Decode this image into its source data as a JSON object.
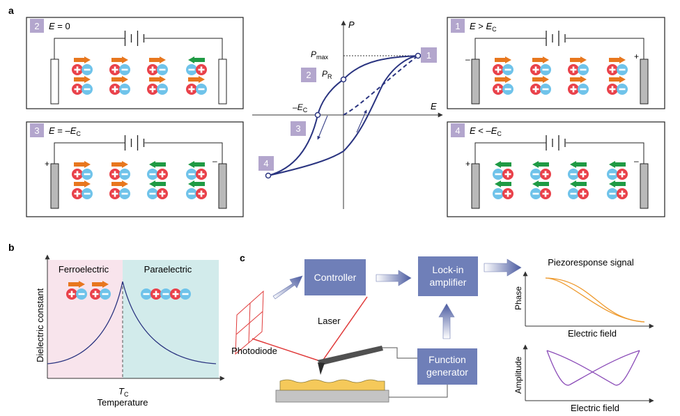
{
  "colors": {
    "navy": "#2a3480",
    "orange": "#e8771e",
    "green": "#1f9a44",
    "minus_ion": "#6fc3ea",
    "plus_ion": "#e9414a",
    "badge": "#b3a6cd",
    "box_fill": "#6f7fb8",
    "pink": "#f8e4ec",
    "teal": "#d2ebeb",
    "laser": "#e03a3a",
    "grey_plate": "#b9b9b9",
    "phase_curve": "#ee9a2e",
    "amp_curve": "#8b4cb8"
  },
  "panel_a": {
    "label": "a",
    "boxes": [
      {
        "badge": "2",
        "var": "E",
        "rel": " = 0",
        "sub": "",
        "neg": "",
        "left_sign": "",
        "right_sign": "",
        "plates": "white",
        "top_arrows": [
          "R",
          "R",
          "R",
          "L"
        ],
        "bot_arrows": [
          "R",
          "R",
          "R",
          "R"
        ]
      },
      {
        "badge": "3",
        "var": "E",
        "rel": " = –",
        "sub": "C",
        "neg": "E",
        "left_sign": "+",
        "right_sign": "–",
        "plates": "grey",
        "top_arrows": [
          "R",
          "R",
          "L",
          "L"
        ],
        "bot_arrows": [
          "R",
          "R",
          "L",
          "L"
        ]
      },
      {
        "badge": "1",
        "var": "E",
        "rel": " > ",
        "sub": "C",
        "neg": "E",
        "left_sign": "–",
        "right_sign": "+",
        "plates": "grey",
        "top_arrows": [
          "R",
          "R",
          "R",
          "R"
        ],
        "bot_arrows": [
          "R",
          "R",
          "R",
          "R"
        ]
      },
      {
        "badge": "4",
        "var": "E",
        "rel": " < –",
        "sub": "C",
        "neg": "E",
        "left_sign": "+",
        "right_sign": "–",
        "plates": "grey",
        "top_arrows": [
          "L",
          "L",
          "L",
          "L"
        ],
        "bot_arrows": [
          "L",
          "L",
          "L",
          "L"
        ]
      }
    ],
    "hysteresis": {
      "axis_p": "P",
      "axis_e": "E",
      "pmax_main": "P",
      "pmax_sub": "max",
      "pr_main": "P",
      "pr_sub": "R",
      "ec_prefix": "–",
      "ec_main": "E",
      "ec_sub": "C",
      "badges": [
        "1",
        "2",
        "3",
        "4"
      ]
    }
  },
  "panel_b": {
    "label": "b",
    "ylabel": "Dielectric constant",
    "xlabel": "Temperature",
    "region_left": "Ferroelectric",
    "region_right": "Paraelectric",
    "tc_main": "T",
    "tc_sub": "C"
  },
  "panel_c": {
    "label": "c",
    "controller": "Controller",
    "lockin_line1": "Lock-in",
    "lockin_line2": "amplifier",
    "function_line1": "Function",
    "function_line2": "generator",
    "laser": "Laser",
    "photodiode": "Photodiode",
    "signal_title": "Piezoresponse signal",
    "phase_ylabel": "Phase",
    "phase_xlabel": "Electric field",
    "amp_ylabel": "Amplitude",
    "amp_xlabel": "Electric field"
  }
}
